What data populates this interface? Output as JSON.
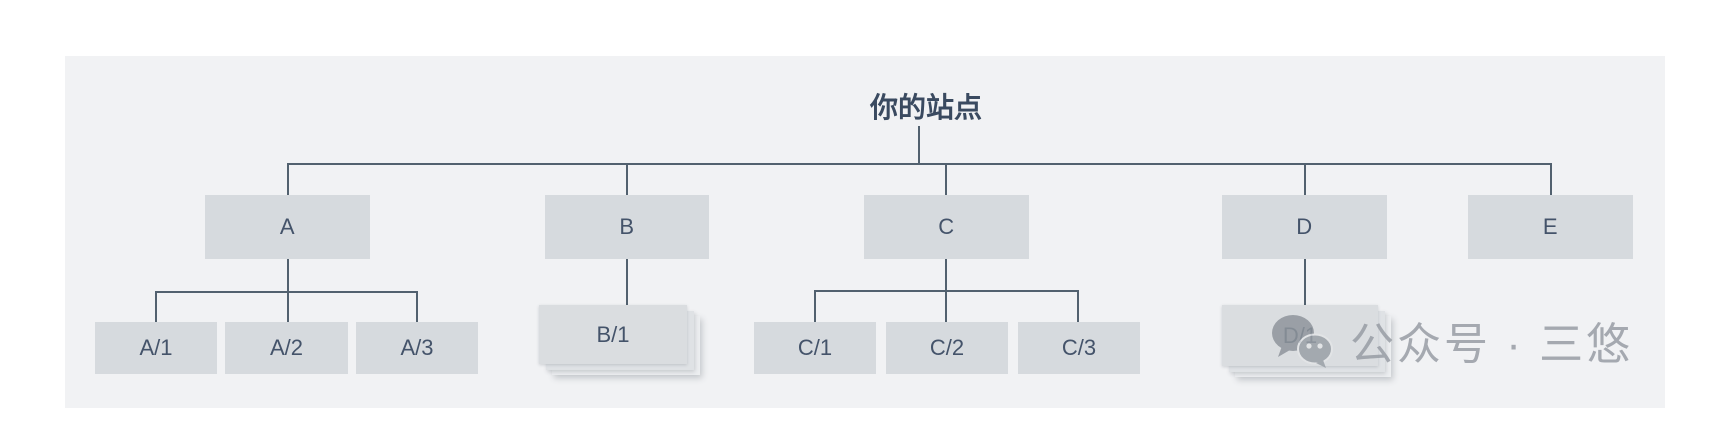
{
  "tree": {
    "root": "你的站点",
    "children": [
      {
        "label": "A",
        "stacked": false,
        "children": [
          "A/1",
          "A/2",
          "A/3"
        ]
      },
      {
        "label": "B",
        "stacked": true,
        "children": [
          "B/1"
        ]
      },
      {
        "label": "C",
        "stacked": false,
        "children": [
          "C/1",
          "C/2",
          "C/3"
        ]
      },
      {
        "label": "D",
        "stacked": true,
        "children": [
          "D/1"
        ]
      },
      {
        "label": "E",
        "stacked": false,
        "children": []
      }
    ]
  },
  "watermark": {
    "text": "公众号 · 三悠",
    "icon": "wechat-chat-bubbles"
  },
  "colors": {
    "panel_bg": "#f1f2f4",
    "node_fill": "#d6dade",
    "stacked_fill": "#dadde0",
    "connector": "#52616f",
    "node_text": "#44536a",
    "title_text": "#3a4a60",
    "watermark": "#989da5"
  }
}
